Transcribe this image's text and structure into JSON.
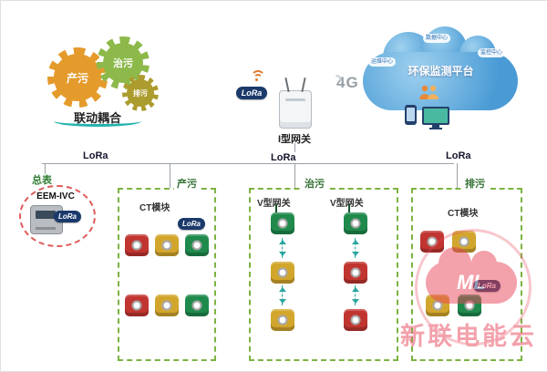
{
  "colors": {
    "zone_border_green": "#7cb342",
    "lora_badge_navy": "#1b3a6b",
    "gear_orange": "#e59b2c",
    "gear_green": "#8cb94a",
    "gear_olive": "#ac9c2e",
    "device_red": "#c13530",
    "device_yellow": "#d2a62c",
    "device_green": "#1f8a4c",
    "cloud_blue": "#4a9bd5",
    "meter_circle_red": "#e05a5a",
    "watermark_red": "#e8465a",
    "arrow_teal": "#2aa7a0"
  },
  "gears": {
    "caption": "联动耦合",
    "items": [
      {
        "label": "产污"
      },
      {
        "label": "治污"
      },
      {
        "label": "排污"
      }
    ]
  },
  "gateway": {
    "label": "I型网关",
    "lora_badge": "LoRa",
    "network": "4G"
  },
  "cloud": {
    "title": "环保监测平台",
    "bubbles": [
      {
        "label": "数据中心"
      },
      {
        "label": "运维中心"
      },
      {
        "label": "监控中心"
      }
    ]
  },
  "bus": {
    "labels": [
      {
        "text": "LoRa"
      },
      {
        "text": "LoRa"
      },
      {
        "text": "LoRa"
      }
    ]
  },
  "meter": {
    "title": "总表",
    "device": "EEM-IVC",
    "lora_badge": "LoRa"
  },
  "zones": {
    "chanwu": {
      "label": "产污",
      "module": "CT模块",
      "lora_badge": "LoRa",
      "rows": [
        [
          "red",
          "yellow",
          "green"
        ],
        [
          "red",
          "yellow",
          "green"
        ]
      ]
    },
    "zhiwu": {
      "label": "治污",
      "gateway_left": "V型网关",
      "gateway_right": "V型网关",
      "left_devices": [
        "yellow",
        "yellow"
      ],
      "right_devices": [
        "red",
        "red"
      ]
    },
    "paiwu": {
      "label": "排污",
      "module": "CT模块",
      "lora_badge": "LoRa",
      "rows": [
        [
          "red",
          "yellow"
        ],
        [
          "yellow",
          "green"
        ]
      ]
    }
  },
  "watermark": {
    "logo": "ML",
    "text": "新联电能云"
  }
}
